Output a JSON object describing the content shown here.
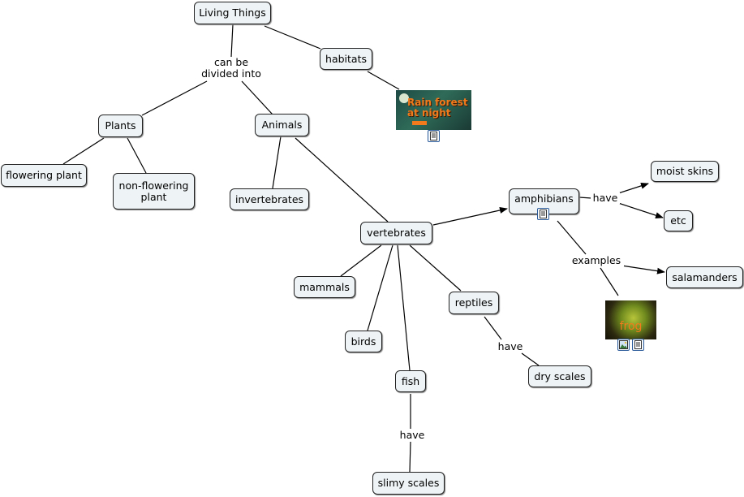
{
  "concepts": {
    "living_things": "Living Things",
    "habitats": "habitats",
    "plants": "Plants",
    "animals": "Animals",
    "flowering_plant": "flowering plant",
    "non_flowering_plant": "non-flowering\nplant",
    "invertebrates": "invertebrates",
    "vertebrates": "vertebrates",
    "amphibians": "amphibians",
    "moist_skins": "moist skins",
    "etc": "etc",
    "salamanders": "salamanders",
    "mammals": "mammals",
    "birds": "birds",
    "reptiles": "reptiles",
    "fish": "fish",
    "dry_scales": "dry scales",
    "slimy_scales": "slimy scales"
  },
  "link_phrases": {
    "can_be_divided_into": "can be\ndivided into",
    "have_amphibians": "have",
    "examples": "examples",
    "have_reptiles": "have",
    "have_fish": "have"
  },
  "resources": {
    "rain_forest_caption": "Rain forest\nat night",
    "frog_caption": "frog"
  },
  "icons": {
    "document": "document-icon",
    "image": "image-icon"
  },
  "colors": {
    "node_fill": "#eef3f5",
    "node_border": "#222222",
    "link_line": "#000000",
    "accent_orange": "#f07a1c"
  }
}
